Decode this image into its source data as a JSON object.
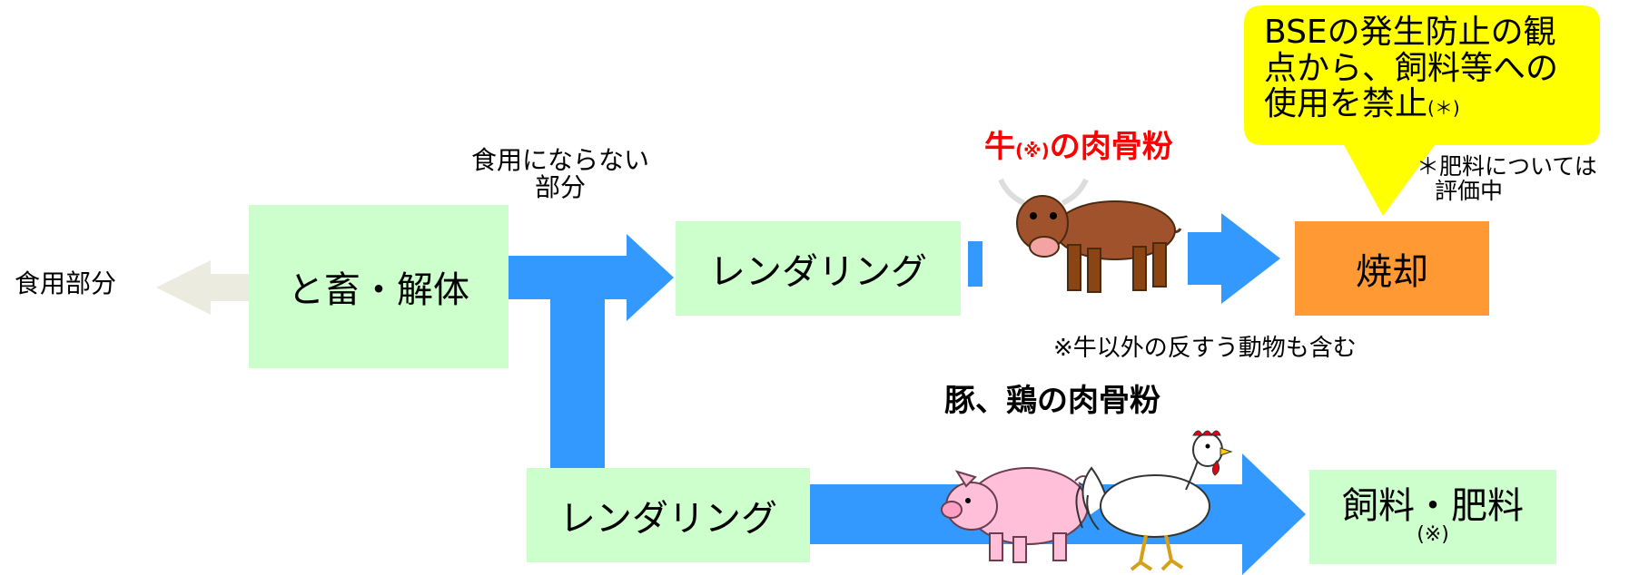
{
  "colors": {
    "box_green": "#ccffcc",
    "arrow_blue": "#3399ff",
    "arrow_grey": "#ebebe0",
    "incinerate_orange": "#ff9933",
    "callout_yellow": "#ffff00",
    "title_red": "#ff0000"
  },
  "icons": [
    "cow-illustration",
    "pig-illustration",
    "rooster-illustration"
  ],
  "labels": {
    "edible_part": "食用部分",
    "inedible_line1": "食用にならない",
    "inedible_line2": "部分",
    "slaughter": "と畜・解体",
    "rendering_top": "レンダリング",
    "rendering_bottom": "レンダリング",
    "cattle_mbm_main": "牛",
    "cattle_mbm_mark": "(※)",
    "cattle_mbm_rest": "の肉骨粉",
    "incineration": "焼却",
    "callout_line1": "BSEの発生防止の観",
    "callout_line2": "点から、飼料等への",
    "callout_line3": "使用を禁止",
    "callout_mark": "(＊)",
    "fertilizer_note_line1": "＊肥料については",
    "fertilizer_note_line2": "評価中",
    "ruminant_note": "※牛以外の反すう動物も含む",
    "pig_chicken_mbm": "豚、鶏の肉骨粉",
    "feed_fertilizer": "飼料・肥料",
    "feed_fertilizer_mark": "(※)"
  }
}
